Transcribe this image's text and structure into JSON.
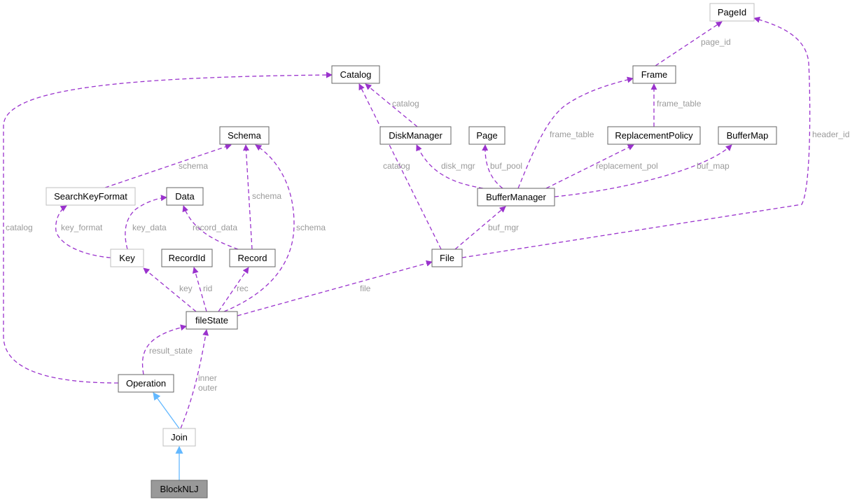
{
  "colors": {
    "usage_edge": "#9a32cd",
    "inherit_edge": "#63b8ff",
    "label": "#9a9a9a",
    "node_border": "#666666",
    "node_border_undocumented": "#bfbfbf",
    "focus_fill": "#999999"
  },
  "nodes": {
    "pageid": {
      "label": "PageId",
      "style": "undocumented"
    },
    "catalog": {
      "label": "Catalog",
      "style": "normal"
    },
    "frame": {
      "label": "Frame",
      "style": "normal"
    },
    "schema": {
      "label": "Schema",
      "style": "normal"
    },
    "diskmanager": {
      "label": "DiskManager",
      "style": "normal"
    },
    "page": {
      "label": "Page",
      "style": "normal"
    },
    "replacementpolicy": {
      "label": "ReplacementPolicy",
      "style": "normal"
    },
    "buffermap": {
      "label": "BufferMap",
      "style": "normal"
    },
    "searchkeyformat": {
      "label": "SearchKeyFormat",
      "style": "undocumented"
    },
    "data": {
      "label": "Data",
      "style": "normal"
    },
    "buffermanager": {
      "label": "BufferManager",
      "style": "normal"
    },
    "key": {
      "label": "Key",
      "style": "undocumented"
    },
    "recordid": {
      "label": "RecordId",
      "style": "normal"
    },
    "record": {
      "label": "Record",
      "style": "normal"
    },
    "file": {
      "label": "File",
      "style": "normal"
    },
    "filestate": {
      "label": "fileState",
      "style": "normal"
    },
    "operation": {
      "label": "Operation",
      "style": "normal"
    },
    "join": {
      "label": "Join",
      "style": "undocumented"
    },
    "blocknlj": {
      "label": "BlockNLJ",
      "style": "focus"
    }
  },
  "edges": [
    {
      "from": "frame",
      "to": "pageid",
      "label": "page_id",
      "kind": "use"
    },
    {
      "from": "file",
      "to": "pageid",
      "label": "header_id",
      "kind": "use"
    },
    {
      "from": "diskmanager",
      "to": "catalog",
      "label": "catalog",
      "kind": "use"
    },
    {
      "from": "file",
      "to": "catalog",
      "label": "catalog",
      "kind": "use"
    },
    {
      "from": "operation",
      "to": "catalog",
      "label": "catalog",
      "kind": "use"
    },
    {
      "from": "replacementpolicy",
      "to": "frame",
      "label": "frame_table",
      "kind": "use"
    },
    {
      "from": "buffermanager",
      "to": "frame",
      "label": "frame_table",
      "kind": "use"
    },
    {
      "from": "buffermanager",
      "to": "diskmanager",
      "label": "disk_mgr",
      "kind": "use"
    },
    {
      "from": "buffermanager",
      "to": "page",
      "label": "buf_pool",
      "kind": "use"
    },
    {
      "from": "buffermanager",
      "to": "replacementpolicy",
      "label": "replacement_pol",
      "kind": "use"
    },
    {
      "from": "buffermanager",
      "to": "buffermap",
      "label": "buf_map",
      "kind": "use"
    },
    {
      "from": "file",
      "to": "buffermanager",
      "label": "buf_mgr",
      "kind": "use"
    },
    {
      "from": "searchkeyformat",
      "to": "schema",
      "label": "schema",
      "kind": "use"
    },
    {
      "from": "record",
      "to": "schema",
      "label": "schema",
      "kind": "use"
    },
    {
      "from": "filestate",
      "to": "schema",
      "label": "schema",
      "kind": "use"
    },
    {
      "from": "key",
      "to": "searchkeyformat",
      "label": "key_format",
      "kind": "use"
    },
    {
      "from": "key",
      "to": "data",
      "label": "key_data",
      "kind": "use"
    },
    {
      "from": "record",
      "to": "data",
      "label": "record_data",
      "kind": "use"
    },
    {
      "from": "filestate",
      "to": "key",
      "label": "key",
      "kind": "use"
    },
    {
      "from": "filestate",
      "to": "recordid",
      "label": "rid",
      "kind": "use"
    },
    {
      "from": "filestate",
      "to": "record",
      "label": "rec",
      "kind": "use"
    },
    {
      "from": "filestate",
      "to": "file",
      "label": "file",
      "kind": "use"
    },
    {
      "from": "operation",
      "to": "filestate",
      "label": "result_state",
      "kind": "use"
    },
    {
      "from": "join",
      "to": "filestate",
      "label": "inner\nouter",
      "kind": "use"
    },
    {
      "from": "join",
      "to": "operation",
      "label": "",
      "kind": "inherit"
    },
    {
      "from": "blocknlj",
      "to": "join",
      "label": "",
      "kind": "inherit"
    }
  ]
}
